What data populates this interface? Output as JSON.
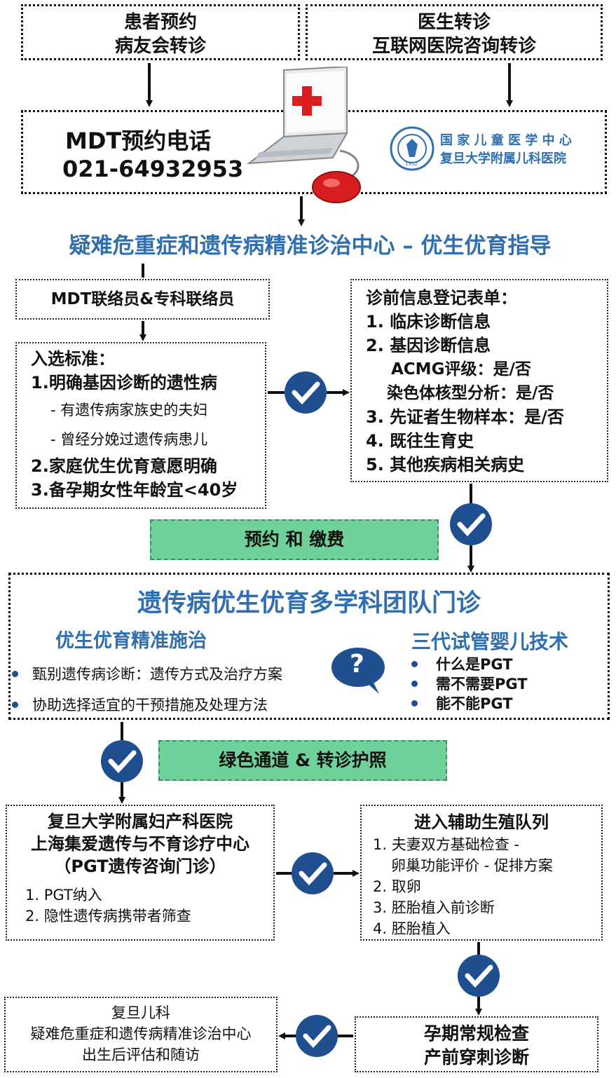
{
  "top_left": {
    "line1": "患者预约",
    "line2": "病友会转诊"
  },
  "top_right": {
    "line1": "医生转诊",
    "line2": "互联网医院咨询转诊"
  },
  "mdt_phone": {
    "label": "MDT预约电话",
    "number": "021-64932953"
  },
  "hospital_logo": {
    "line1": "国 家 儿 童 医 学 中 心",
    "line2": "复旦大学附属儿科医院",
    "year": "1952"
  },
  "center_title": "疑难危重症和遗传病精准诊治中心 – 优生优育指导",
  "liaison": "MDT联络员&专科联络员",
  "criteria": {
    "title": "入选标准：",
    "items": [
      "1.明确基因诊断的遗性病",
      "- 有遗传病家族史的夫妇",
      "- 曾经分娩过遗传病患儿",
      "2.家庭优生优育意愿明确",
      "3.备孕期女性年龄宜<40岁"
    ]
  },
  "form": {
    "title": "诊前信息登记表单：",
    "items": [
      "1. 临床诊断信息",
      "2. 基因诊断信息",
      "ACMG评级：是/否",
      "染色体核型分析：是/否",
      "3. 先证者生物样本：是/否",
      "4. 既往生育史",
      "5. 其他疾病相关病史"
    ]
  },
  "booking": "预约 和 缴费",
  "mdt_clinic": {
    "title": "遗传病优生优育多学科团队门诊",
    "left_heading": "优生优育精准施治",
    "left_items": [
      "甄别遗传病诊断：遗传方式及治疗方案",
      "协助选择适宜的干预措施及处理方法"
    ],
    "right_heading": "三代试管婴儿技术",
    "right_items": [
      "什么是PGT",
      "需不需要PGT",
      "能不能PGT"
    ],
    "question_mark": "?"
  },
  "green_channel": "绿色通道 & 转诊护照",
  "fudan_maternity": {
    "line1": "复旦大学附属妇产科医院",
    "line2": "上海集爱遗传与不育诊疗中心",
    "line3": "（PGT遗传咨询门诊）",
    "items": [
      "1. PGT纳入",
      "2. 隐性遗传病携带者筛查"
    ]
  },
  "assisted_reproduction": {
    "title": "进入辅助生殖队列",
    "items": [
      "1.  夫妻双方基础检查 -",
      "卵巢功能评价 - 促排方案",
      "2. 取卵",
      "3. 胚胎植入前诊断",
      "4. 胚胎植入"
    ]
  },
  "pregnancy": {
    "line1": "孕期常规检查",
    "line2": "产前穿刺诊断"
  },
  "followup": {
    "line1": "复旦儿科",
    "line2": "疑难危重症和遗传病精准诊治中心",
    "line3": "出生后评估和随访"
  },
  "colors": {
    "check_blue": "#1f4f8f",
    "title_blue": "#2f6fb0",
    "green": "#6fd29b",
    "red": "#d81e1e"
  }
}
